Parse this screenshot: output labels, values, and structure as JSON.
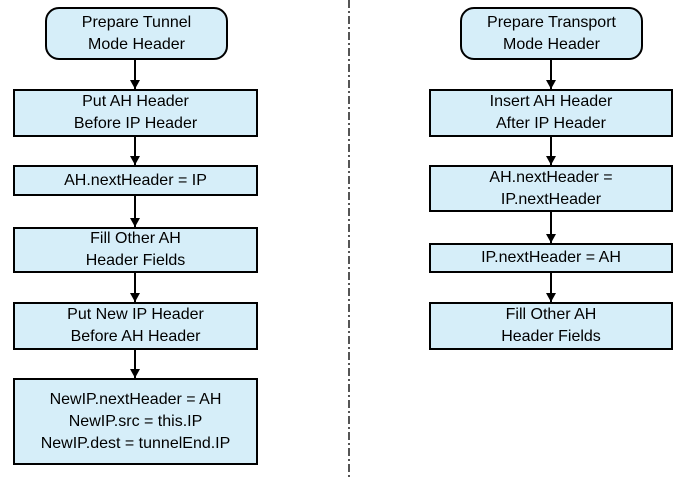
{
  "colors": {
    "box-fill": "#d6eef9",
    "box-border": "#000000",
    "text-color": "#000000",
    "arrow-color": "#000000",
    "separator-color": "#555555"
  },
  "left": {
    "nodes": [
      {
        "type": "rounded",
        "lines": [
          "Prepare Tunnel",
          "Mode Header"
        ]
      },
      {
        "type": "rect",
        "lines": [
          "Put AH Header",
          "Before IP Header"
        ]
      },
      {
        "type": "rect",
        "lines": [
          "AH.nextHeader = IP"
        ]
      },
      {
        "type": "rect",
        "lines": [
          "Fill Other AH",
          "Header Fields"
        ]
      },
      {
        "type": "rect",
        "lines": [
          "Put New IP Header",
          "Before AH Header"
        ]
      },
      {
        "type": "rect",
        "lines": [
          "NewIP.nextHeader = AH",
          "NewIP.src = this.IP",
          "NewIP.dest = tunnelEnd.IP"
        ]
      }
    ]
  },
  "right": {
    "nodes": [
      {
        "type": "rounded",
        "lines": [
          "Prepare Transport",
          "Mode Header"
        ]
      },
      {
        "type": "rect",
        "lines": [
          "Insert AH Header",
          "After IP Header"
        ]
      },
      {
        "type": "rect",
        "lines": [
          "AH.nextHeader =",
          "IP.nextHeader"
        ]
      },
      {
        "type": "rect",
        "lines": [
          "IP.nextHeader = AH"
        ]
      },
      {
        "type": "rect",
        "lines": [
          "Fill Other AH",
          "Header Fields"
        ]
      }
    ]
  }
}
